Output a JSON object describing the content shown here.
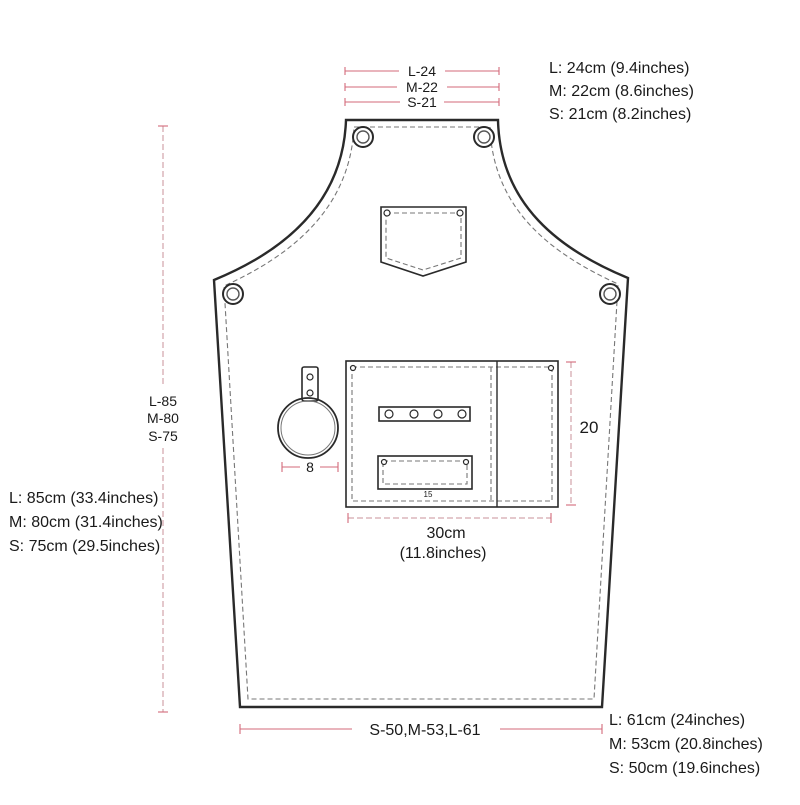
{
  "neck_dims": {
    "tags": [
      "L-24",
      "M-22",
      "S-21"
    ],
    "specs": [
      "L: 24cm (9.4inches)",
      "M: 22cm (8.6inches)",
      "S: 21cm (8.2inches)"
    ]
  },
  "length_dims": {
    "tags": [
      "L-85",
      "M-80",
      "S-75"
    ],
    "specs": [
      "L: 85cm (33.4inches)",
      "M: 80cm (31.4inches)",
      "S: 75cm (29.5inches)"
    ]
  },
  "bottom_dims": {
    "tag": "S-50,M-53,L-61",
    "specs": [
      "L: 61cm (24inches)",
      "M: 53cm (20.8inches)",
      "S: 50cm (19.6inches)"
    ]
  },
  "pocket_dims": {
    "height": "20",
    "width": "30cm",
    "width_in": "(11.8inches)",
    "small_pocket": "15",
    "ring": "8"
  },
  "colors": {
    "outline": "#2a2a2a",
    "dimension_line": "#d36a7a"
  }
}
